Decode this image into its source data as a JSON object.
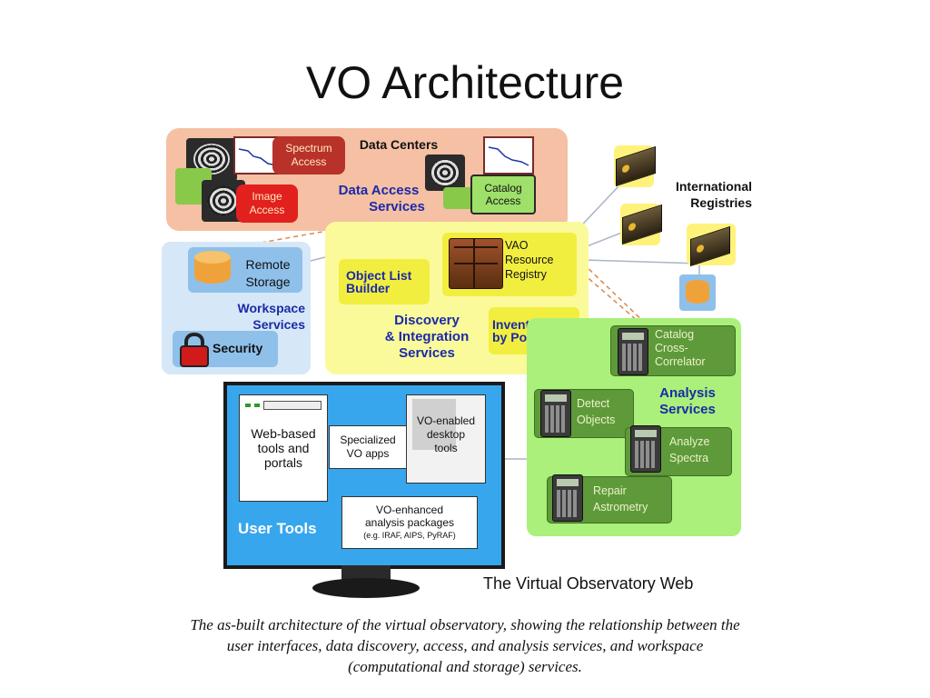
{
  "slide": {
    "title": "VO Architecture"
  },
  "data_centers": {
    "title": "Data Centers",
    "services_label": [
      "Data Access",
      "Services"
    ],
    "spectrum_access": [
      "Spectrum",
      "Access"
    ],
    "image_access": [
      "Image",
      "Access"
    ],
    "catalog_access": [
      "Catalog",
      "Access"
    ]
  },
  "international_registries": {
    "label": [
      "International",
      "Registries"
    ]
  },
  "workspace": {
    "remote_storage": [
      "Remote",
      "Storage"
    ],
    "services_label": [
      "Workspace",
      "Services"
    ],
    "security": "Security"
  },
  "discovery": {
    "object_list_builder": [
      "Object List",
      "Builder"
    ],
    "vao_registry": [
      "VAO",
      "Resource",
      "Registry"
    ],
    "services_label": [
      "Discovery",
      "& Integration",
      "Services"
    ],
    "inventory": [
      "Inventory",
      "by Position"
    ]
  },
  "analysis": {
    "catalog_cross_correlator": [
      "Catalog",
      "Cross-",
      "Correlator"
    ],
    "services_label": [
      "Analysis",
      "Services"
    ],
    "detect_objects": [
      "Detect",
      "Objects"
    ],
    "analyze_spectra": [
      "Analyze",
      "Spectra"
    ],
    "repair_astrometry": [
      "Repair",
      "Astrometry"
    ]
  },
  "user_tools": {
    "label": "User Tools",
    "web_tools": [
      "Web-based",
      "tools and",
      "portals"
    ],
    "specialized_apps": [
      "Specialized",
      "VO apps"
    ],
    "desktop_tools": [
      "VO-enabled",
      "desktop",
      "tools"
    ],
    "analysis_packages": [
      "VO-enhanced",
      "analysis packages",
      "(e.g. IRAF, AIPS, PyRAF)"
    ]
  },
  "diagram_title": "The Virtual Observatory Web",
  "caption": [
    "The as-built architecture of the virtual observatory, showing the relationship between the",
    "user interfaces, data discovery, access, and analysis services, and workspace",
    "(computational and storage) services."
  ],
  "colors": {
    "data_centers_bg": "#f5c0a4",
    "workspace_bg": "#d6e7f7",
    "discovery_bg": "#fbfa9a",
    "analysis_bg": "#aaf07a",
    "screen_blue": "#37a6ec",
    "label_blue": "#1a2aa8"
  }
}
